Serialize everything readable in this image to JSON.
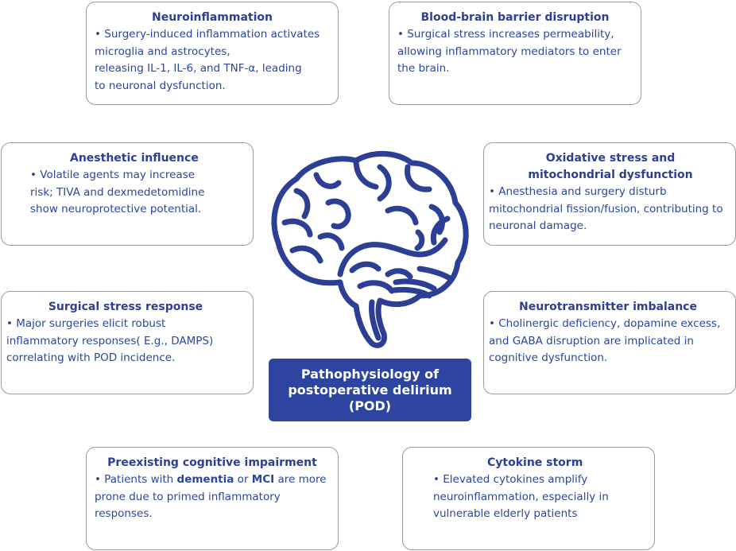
{
  "center": {
    "title": "Pathophysiology of\npostoperative delirium\n(POD)"
  },
  "colors": {
    "accent": "#2d44a0",
    "text": "#2a46a0",
    "border": "#9a9a9a"
  },
  "boxes": {
    "neuroinflammation": {
      "title": "Neuroinflammation",
      "text": "• Surgery-induced inflammation activates\nmicroglia and astrocytes,\nreleasing IL-1, IL-6, and TNF-α, leading\nto neuronal dysfunction."
    },
    "bbb": {
      "title": "Blood-brain barrier disruption",
      "text": "• Surgical stress increases permeability,\nallowing inflammatory mediators to enter\nthe brain."
    },
    "anesthetic": {
      "title": "Anesthetic influence",
      "text": "• Volatile agents may increase\nrisk; TIVA and dexmedetomidine\nshow neuroprotective potential."
    },
    "oxidative": {
      "title": "Oxidative stress and\nmitochondrial dysfunction",
      "text": "• Anesthesia and surgery disturb\nmitochondrial fission/fusion, contributing to\nneuronal damage."
    },
    "surgical": {
      "title": "Surgical stress response",
      "text": "• Major surgeries elicit robust\ninflammatory responses( E.g., DAMPS)\ncorrelating with POD incidence."
    },
    "neurotransmitter": {
      "title": "Neurotransmitter imbalance",
      "text": "• Cholinergic deficiency, dopamine excess,\nand GABA disruption are implicated in\ncognitive dysfunction."
    },
    "preexisting": {
      "title": "Preexisting cognitive impairment",
      "text_before": "• Patients with ",
      "bold1": "dementia",
      "text_mid": " or ",
      "bold2": "MCI",
      "text_after": " are more\nprone due to primed inflammatory\nresponses."
    },
    "cytokine": {
      "title": "Cytokine storm",
      "text": "• Elevated cytokines amplify\nneuroinflammation, especially in\nvulnerable elderly patients"
    }
  },
  "icons": {
    "center": "brain-icon"
  }
}
